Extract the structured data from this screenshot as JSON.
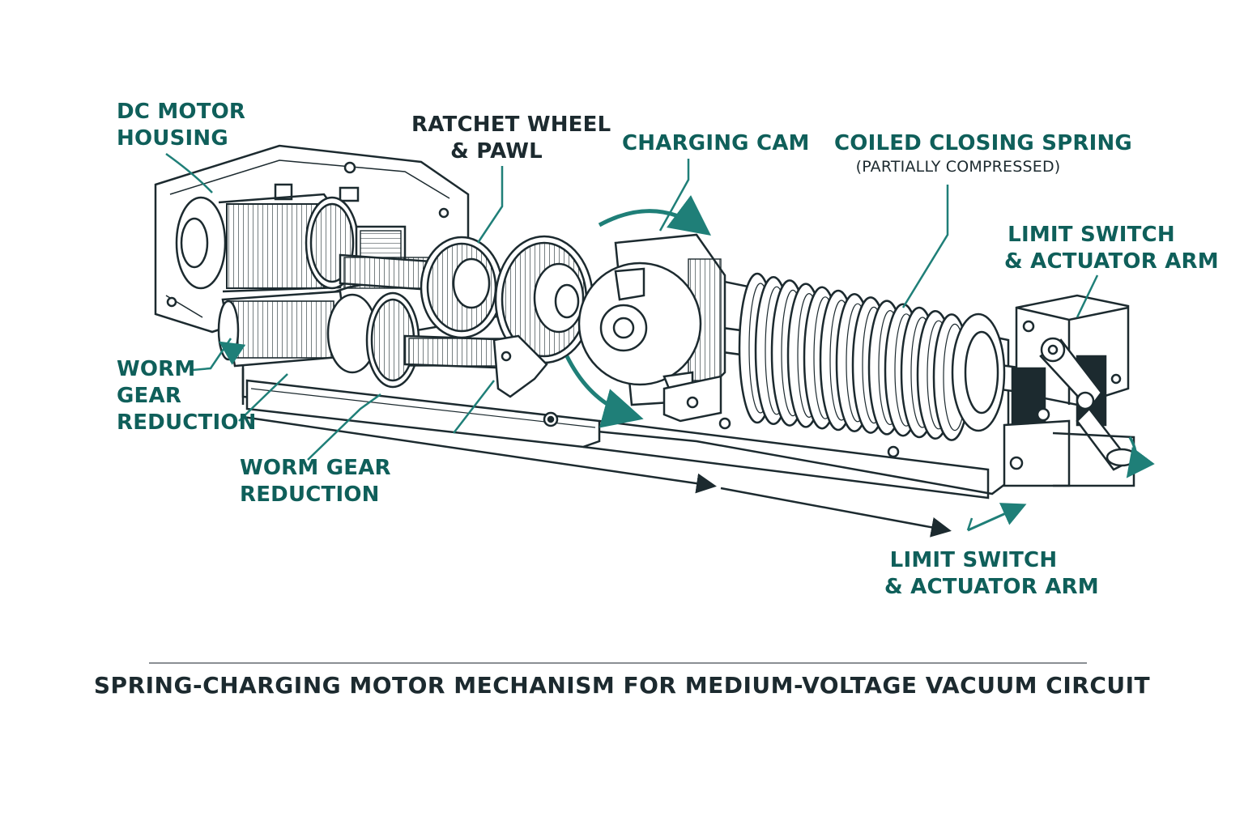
{
  "colors": {
    "ink": "#1c2a2f",
    "accent": "#0f5f5a",
    "arrow": "#1f7f78"
  },
  "labels": {
    "dc_motor_housing": [
      "DC MOTOR",
      "HOUSING"
    ],
    "ratchet_wheel_pawl": [
      "RATCHET WHEEL",
      "& PAWL"
    ],
    "charging_cam": "CHARGING CAM",
    "coiled_closing_spring": "COILED CLOSING SPRING",
    "coiled_closing_spring_note": "(PARTIALLY COMPRESSED)",
    "limit_switch_top": [
      "LIMIT SWITCH",
      "& ACTUATOR ARM"
    ],
    "worm_gear_left": [
      "WORM",
      "GEAR",
      "REDUCTION"
    ],
    "worm_gear_mid": [
      "WORM GEAR",
      "REDUCTION"
    ],
    "limit_switch_bottom": [
      "LIMIT SWITCH",
      "& ACTUATOR ARM"
    ]
  },
  "caption": "SPRING-CHARGING MOTOR MECHANISM FOR MEDIUM-VOLTAGE VACUUM CIRCUIT"
}
